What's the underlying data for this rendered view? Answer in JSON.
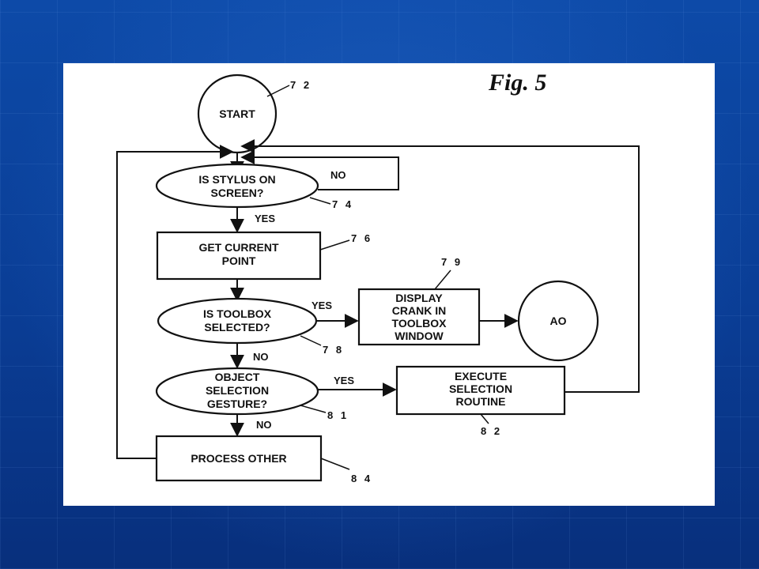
{
  "figure": {
    "title": "Fig. 5",
    "nodes": {
      "start": {
        "lines": [
          "START"
        ],
        "ref": "7 2"
      },
      "stylus": {
        "lines": [
          "IS STYLUS ON",
          "SCREEN?"
        ],
        "ref": "7 4"
      },
      "getpoint": {
        "lines": [
          "GET CURRENT",
          "POINT"
        ],
        "ref": "7 6"
      },
      "toolbox": {
        "lines": [
          "IS TOOLBOX",
          "SELECTED?"
        ],
        "ref": "7 8"
      },
      "display": {
        "lines": [
          "DISPLAY",
          "CRANK IN",
          "TOOLBOX",
          "WINDOW"
        ],
        "ref": "7 9"
      },
      "ao": {
        "lines": [
          "AO"
        ]
      },
      "gesture": {
        "lines": [
          "OBJECT",
          "SELECTION",
          "GESTURE?"
        ],
        "ref": "8 1"
      },
      "execute": {
        "lines": [
          "EXECUTE",
          "SELECTION",
          "ROUTINE"
        ],
        "ref": "8 2"
      },
      "process": {
        "lines": [
          "PROCESS OTHER"
        ],
        "ref": "8 4"
      }
    },
    "flow_labels": {
      "stylus_no": "NO",
      "stylus_yes": "YES",
      "toolbox_yes": "YES",
      "toolbox_no": "NO",
      "gesture_yes": "YES",
      "gesture_no": "NO"
    }
  }
}
